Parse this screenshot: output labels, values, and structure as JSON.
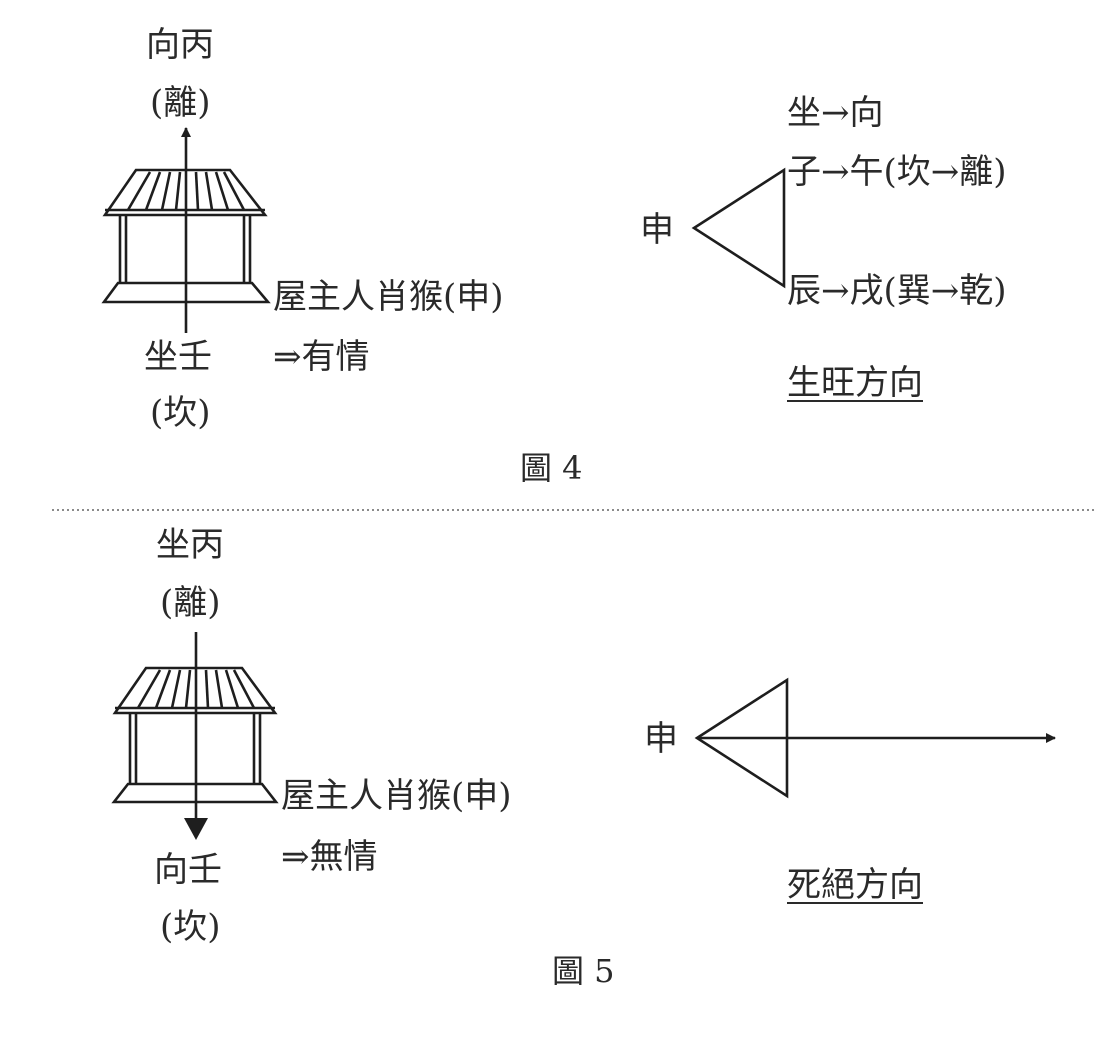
{
  "figure4": {
    "top_label_1": "向丙",
    "top_label_2": "(離)",
    "bottom_label_1": "坐壬",
    "bottom_label_2": "(坎)",
    "owner_note": "屋主人肖猴(申)",
    "verdict": "⇒有情",
    "vertex_label": "申",
    "header_row": "坐→向",
    "row_1": "子→午(坎→離)",
    "row_2": "辰→戌(巽→乾)",
    "direction_label": "生旺方向",
    "caption": "圖 4"
  },
  "figure5": {
    "top_label_1": "坐丙",
    "top_label_2": "(離)",
    "bottom_label_1": "向壬",
    "bottom_label_2": "(坎)",
    "owner_note": "屋主人肖猴(申)",
    "verdict": "⇒無情",
    "vertex_label": "申",
    "direction_label": "死絕方向",
    "caption": "圖 5"
  }
}
